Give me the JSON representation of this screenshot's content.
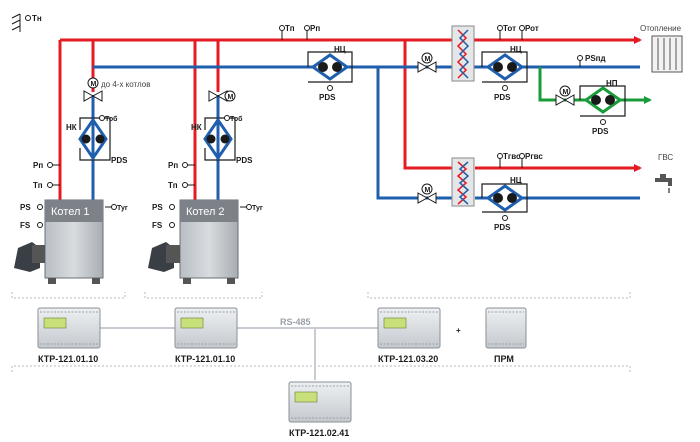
{
  "colors": {
    "supply": "#e41b23",
    "return": "#1f5fad",
    "dhw_loop": "#1a9b3a",
    "bus": "#c8ccd2",
    "text": "#1a1a1a"
  },
  "outdoor_sensor": {
    "label": "Тн"
  },
  "supply_header": {
    "temp_label": "Тп",
    "pressure_label": "Рп"
  },
  "boiler_1": {
    "name": "Котел 1",
    "return_temp_label": "Тоб",
    "pump_label": "НК",
    "pds_label": "PDS",
    "supply_pressure_label": "Рп",
    "supply_temp_label": "Тп",
    "ps_label": "PS",
    "fs_label": "FS",
    "flue_temp_label": "Туг",
    "valve_note": "до 4-х котлов"
  },
  "boiler_2": {
    "name": "Котел 2",
    "return_temp_label": "Тоб",
    "pump_label": "НК",
    "pds_label": "PDS",
    "supply_pressure_label": "Рп",
    "supply_temp_label": "Тп",
    "ps_label": "PS",
    "fs_label": "FS",
    "flue_temp_label": "Туг"
  },
  "boiler_circuit_pump": {
    "pump_label": "НЦ",
    "pds_label": "PDS"
  },
  "heating_circuit": {
    "temp_label": "Тот",
    "pressure_label": "Рот",
    "pump_label": "НЦ",
    "pds_label": "PDS",
    "return_pressure_label": "PSпд",
    "consumer_label": "Отопление"
  },
  "makeup_circuit": {
    "pump_label": "НП",
    "pds_label": "PDS"
  },
  "dhw_circuit": {
    "temp_label": "Тгвс",
    "pressure_label": "Ргвс",
    "pump_label": "НЦ",
    "pds_label": "PDS",
    "consumer_label": "ГВС"
  },
  "controllers": [
    {
      "model": "КТР-121.01.10"
    },
    {
      "model": "КТР-121.01.10"
    },
    {
      "model": "КТР-121.03.20"
    },
    {
      "model": "ПРМ"
    },
    {
      "model": "КТР-121.02.41"
    }
  ],
  "bus": {
    "label": "RS-485",
    "plus": "+"
  }
}
